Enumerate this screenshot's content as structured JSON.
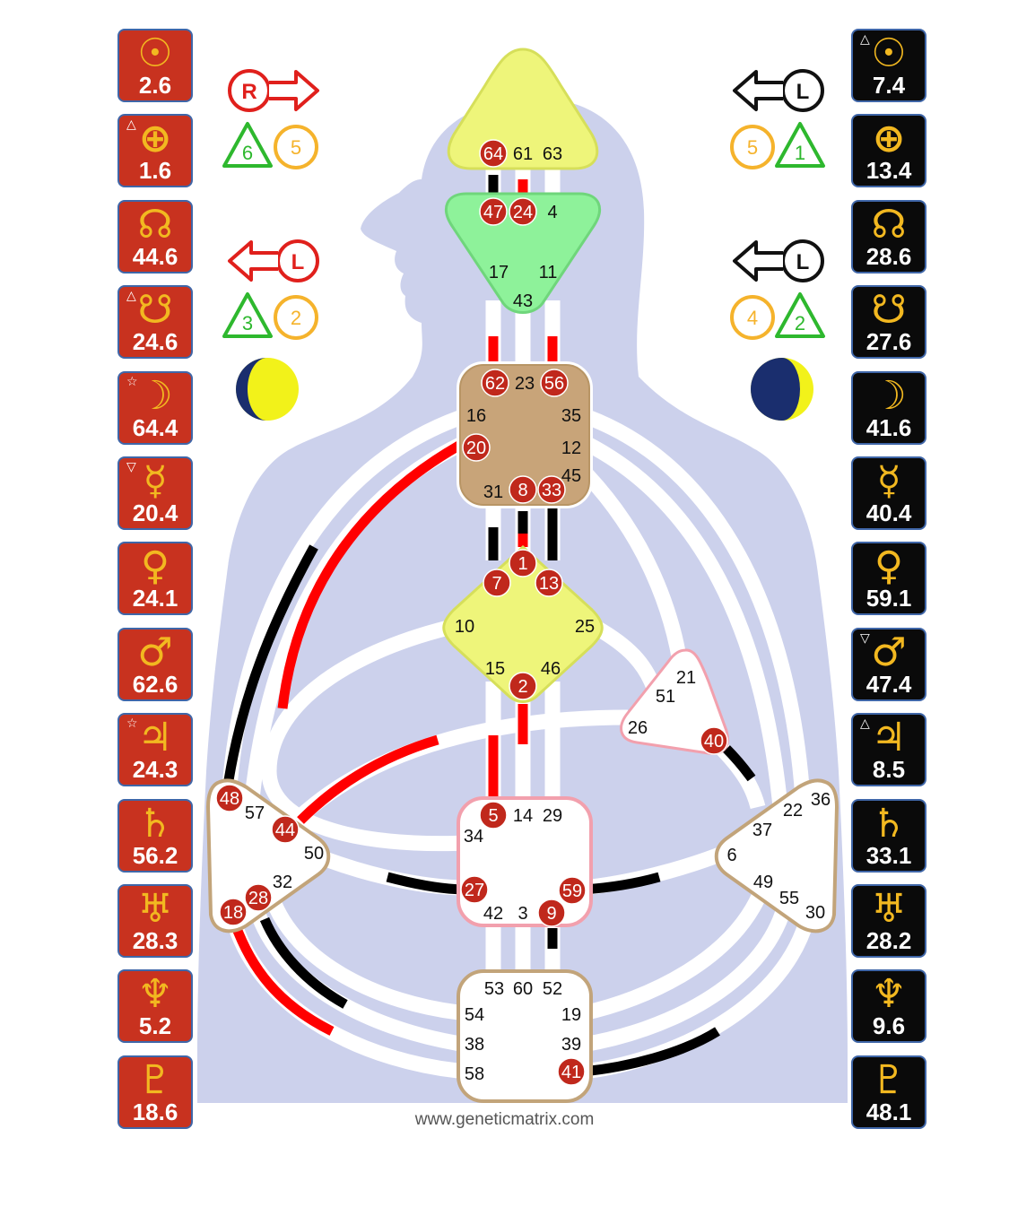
{
  "website": "www.geneticmatrix.com",
  "colors": {
    "design_tile": "#c8321f",
    "personality_tile": "#0a0a0a",
    "planet_glyph": "#f2b820",
    "silhouette": "#ccd1ec",
    "activation_red": "#ff0000",
    "activation_black": "#000000",
    "head_center": "#eef57a",
    "ajna_center": "#8ef29a",
    "throat_center": "#c8a479",
    "g_center": "#eef57a",
    "arrow_red": "#e0201c",
    "arrow_black": "#111111",
    "triangle_green": "#2eb82e",
    "circle_orange": "#f5b32c"
  },
  "design_column": {
    "planets": [
      {
        "name": "sun-icon",
        "glyph": "☉",
        "value": "2.6",
        "mark": ""
      },
      {
        "name": "earth-icon",
        "glyph": "⊕",
        "value": "1.6",
        "mark": "△"
      },
      {
        "name": "north-node-icon",
        "glyph": "☊",
        "value": "44.6",
        "mark": ""
      },
      {
        "name": "south-node-icon",
        "glyph": "☋",
        "value": "24.6",
        "mark": "△"
      },
      {
        "name": "moon-icon",
        "glyph": "☽",
        "value": "64.4",
        "mark": "☆"
      },
      {
        "name": "mercury-icon",
        "glyph": "☿",
        "value": "20.4",
        "mark": "▽"
      },
      {
        "name": "venus-icon",
        "glyph": "♀",
        "value": "24.1",
        "mark": ""
      },
      {
        "name": "mars-icon",
        "glyph": "♂",
        "value": "62.6",
        "mark": ""
      },
      {
        "name": "jupiter-icon",
        "glyph": "♃",
        "value": "24.3",
        "mark": "☆"
      },
      {
        "name": "saturn-icon",
        "glyph": "♄",
        "value": "56.2",
        "mark": ""
      },
      {
        "name": "uranus-icon",
        "glyph": "♅",
        "value": "28.3",
        "mark": ""
      },
      {
        "name": "neptune-icon",
        "glyph": "♆",
        "value": "5.2",
        "mark": ""
      },
      {
        "name": "pluto-icon",
        "glyph": "♇",
        "value": "18.6",
        "mark": ""
      }
    ]
  },
  "personality_column": {
    "planets": [
      {
        "name": "sun-icon",
        "glyph": "☉",
        "value": "7.4",
        "mark": "△"
      },
      {
        "name": "earth-icon",
        "glyph": "⊕",
        "value": "13.4",
        "mark": ""
      },
      {
        "name": "north-node-icon",
        "glyph": "☊",
        "value": "28.6",
        "mark": ""
      },
      {
        "name": "south-node-icon",
        "glyph": "☋",
        "value": "27.6",
        "mark": ""
      },
      {
        "name": "moon-icon",
        "glyph": "☽",
        "value": "41.6",
        "mark": ""
      },
      {
        "name": "mercury-icon",
        "glyph": "☿",
        "value": "40.4",
        "mark": ""
      },
      {
        "name": "venus-icon",
        "glyph": "♀",
        "value": "59.1",
        "mark": ""
      },
      {
        "name": "mars-icon",
        "glyph": "♂",
        "value": "47.4",
        "mark": "▽"
      },
      {
        "name": "jupiter-icon",
        "glyph": "♃",
        "value": "8.5",
        "mark": "△"
      },
      {
        "name": "saturn-icon",
        "glyph": "♄",
        "value": "33.1",
        "mark": ""
      },
      {
        "name": "uranus-icon",
        "glyph": "♅",
        "value": "28.2",
        "mark": ""
      },
      {
        "name": "neptune-icon",
        "glyph": "♆",
        "value": "9.6",
        "mark": ""
      },
      {
        "name": "pluto-icon",
        "glyph": "♇",
        "value": "48.1",
        "mark": ""
      }
    ]
  },
  "variables": {
    "design_top": {
      "arrow_letter": "R",
      "triangle": "6",
      "circle": "5"
    },
    "design_bottom": {
      "arrow_letter": "L",
      "triangle": "3",
      "circle": "2"
    },
    "personality_top": {
      "arrow_letter": "L",
      "circle": "5",
      "triangle": "1"
    },
    "personality_bottom": {
      "arrow_letter": "L",
      "circle": "4",
      "triangle": "2"
    }
  },
  "centers": {
    "head": {
      "gates": [
        "64",
        "61",
        "63"
      ],
      "active": [
        "64"
      ]
    },
    "ajna": {
      "gates": [
        "47",
        "24",
        "4",
        "17",
        "11",
        "43"
      ],
      "active": [
        "47",
        "24"
      ]
    },
    "throat": {
      "gates": [
        "62",
        "23",
        "56",
        "16",
        "35",
        "20",
        "12",
        "45",
        "31",
        "8",
        "33"
      ],
      "active": [
        "62",
        "56",
        "20",
        "8",
        "33"
      ]
    },
    "g": {
      "gates": [
        "1",
        "7",
        "13",
        "10",
        "25",
        "15",
        "46",
        "2"
      ],
      "active": [
        "1",
        "7",
        "13",
        "2"
      ]
    },
    "heart": {
      "gates": [
        "21",
        "51",
        "26",
        "40"
      ],
      "active": [
        "40"
      ]
    },
    "spleen": {
      "gates": [
        "48",
        "57",
        "44",
        "50",
        "32",
        "28",
        "18"
      ],
      "active": [
        "48",
        "44",
        "28",
        "18"
      ]
    },
    "sacral": {
      "gates": [
        "5",
        "14",
        "29",
        "34",
        "27",
        "59",
        "42",
        "3",
        "9"
      ],
      "active": [
        "5",
        "27",
        "59",
        "9"
      ]
    },
    "solar_plexus": {
      "gates": [
        "36",
        "22",
        "37",
        "6",
        "49",
        "55",
        "30"
      ],
      "active": []
    },
    "root": {
      "gates": [
        "53",
        "60",
        "52",
        "54",
        "19",
        "38",
        "39",
        "58",
        "41"
      ],
      "active": [
        "41"
      ]
    }
  }
}
